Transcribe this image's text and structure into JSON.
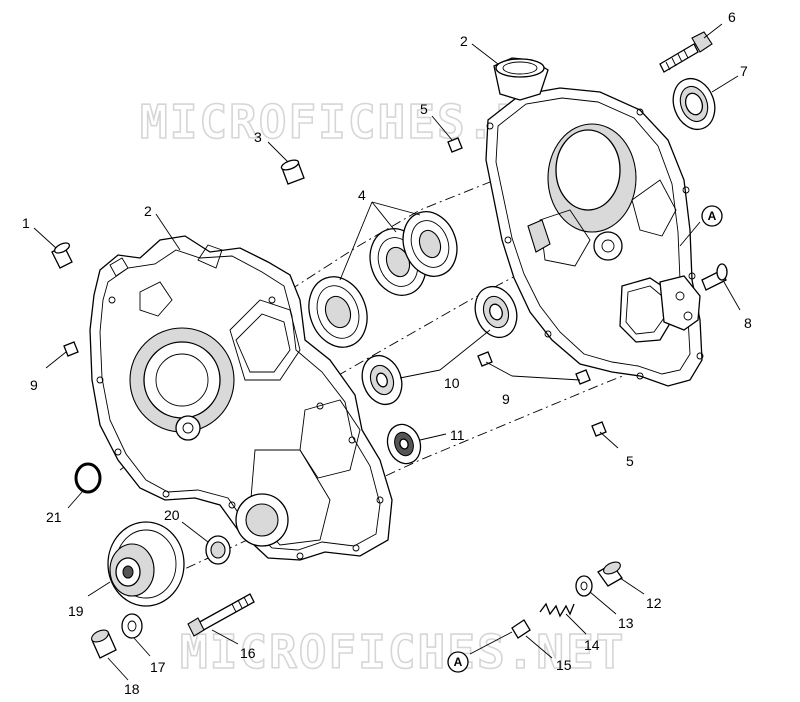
{
  "watermarks": [
    "MICROFICHES.NET",
    "MICROFICHES.NET"
  ],
  "callouts": [
    {
      "key": "part_1",
      "text": "1"
    },
    {
      "key": "part_2_left",
      "text": "2"
    },
    {
      "key": "part_2_right",
      "text": "2"
    },
    {
      "key": "part_3",
      "text": "3"
    },
    {
      "key": "part_4",
      "text": "4"
    },
    {
      "key": "part_5_top",
      "text": "5"
    },
    {
      "key": "part_5_bottom",
      "text": "5"
    },
    {
      "key": "part_6",
      "text": "6"
    },
    {
      "key": "part_7",
      "text": "7"
    },
    {
      "key": "part_8",
      "text": "8"
    },
    {
      "key": "part_9_left",
      "text": "9"
    },
    {
      "key": "part_9_right",
      "text": "9"
    },
    {
      "key": "part_10",
      "text": "10"
    },
    {
      "key": "part_11",
      "text": "11"
    },
    {
      "key": "part_12",
      "text": "12"
    },
    {
      "key": "part_13",
      "text": "13"
    },
    {
      "key": "part_14",
      "text": "14"
    },
    {
      "key": "part_15",
      "text": "15"
    },
    {
      "key": "part_16",
      "text": "16"
    },
    {
      "key": "part_17",
      "text": "17"
    },
    {
      "key": "part_18",
      "text": "18"
    },
    {
      "key": "part_19",
      "text": "19"
    },
    {
      "key": "part_20",
      "text": "20"
    },
    {
      "key": "part_21",
      "text": "21"
    }
  ],
  "reference_markers": [
    {
      "key": "ref_a_right",
      "text": "A"
    },
    {
      "key": "ref_a_bottom",
      "text": "A"
    }
  ]
}
